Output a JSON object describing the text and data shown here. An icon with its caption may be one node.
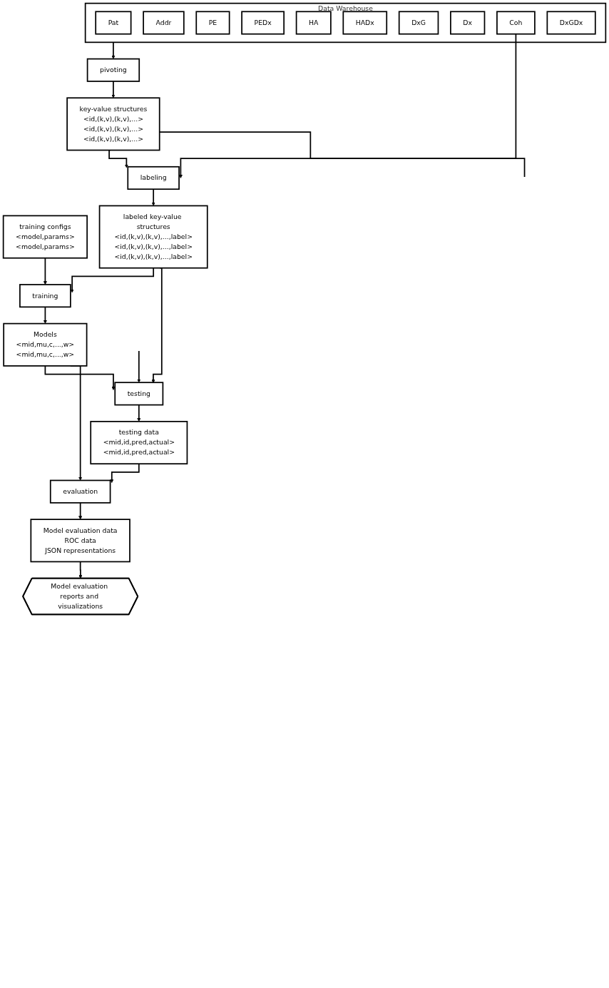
{
  "diagram": {
    "nodes": [
      {
        "text": [
          "Data Warehouse"
        ]
      },
      {
        "text": [
          "Pat"
        ],
        "in": 0
      },
      {
        "text": [
          "Addr"
        ],
        "in": 0
      },
      {
        "text": [
          "PE"
        ],
        "in": 0
      },
      {
        "text": [
          "PEDx"
        ],
        "in": 0
      },
      {
        "text": [
          "HA"
        ],
        "in": 0
      },
      {
        "text": [
          "HADx"
        ],
        "in": 0
      },
      {
        "text": [
          "DxG"
        ],
        "in": 0
      },
      {
        "text": [
          "Dx"
        ],
        "in": 0
      },
      {
        "text": [
          "Coh"
        ],
        "in": 0
      },
      {
        "text": [
          "DxGDx"
        ],
        "in": 0
      },
      {
        "text": [
          "pivoting"
        ]
      },
      {
        "text": [
          "key-value structures",
          "<id,(k,v),(k,v),...>",
          "<id,(k,v),(k,v),...>",
          "<id,(k,v),(k,v),...>"
        ]
      },
      {
        "text": [
          "labeling"
        ]
      },
      {
        "text": [
          "training configs",
          "<model,params>",
          "<model,params>"
        ]
      },
      {
        "text": [
          "labeled key-value structures",
          "<id,(k,v),(k,v),...,label>",
          "<id,(k,v),(k,v),...,label>",
          "<id,(k,v),(k,v),...,label>"
        ]
      },
      {
        "text": [
          "training"
        ]
      },
      {
        "text": [
          "testing"
        ]
      },
      {
        "text": [
          "Models",
          "<mid,mu,c,...,w>",
          "<mid,mu,c,...,w>"
        ]
      },
      {
        "text": [
          "testing data",
          "<mid,id,pred,actual>",
          "<mid,id,pred,actual>"
        ]
      },
      {
        "text": [
          "evaluation"
        ]
      },
      {
        "text": [
          "Model evaluation data",
          "ROC data",
          "JSON representations"
        ]
      },
      {
        "text": [
          "Model evaluation reports and visualizations"
        ]
      }
    ],
    "edges": [
      {
        "from": 0,
        "to": 11,
        "arrow": "to"
      },
      {
        "from": 11,
        "to": 12,
        "arrow": "to"
      },
      {
        "from": 12,
        "to": 13,
        "arrow": "to"
      },
      {
        "from": 9,
        "to": 13,
        "arrow": "to"
      },
      {
        "from": 12,
        "to": null,
        "arrow": "none"
      },
      {
        "from": 13,
        "to": 15,
        "arrow": "to"
      },
      {
        "from": 14,
        "to": 16,
        "arrow": "to"
      },
      {
        "from": 15,
        "to": 16,
        "arrow": "to"
      },
      {
        "from": 15,
        "to": 17,
        "arrow": "to"
      },
      {
        "from": null,
        "to": 17,
        "arrow": "to"
      },
      {
        "from": 16,
        "to": 18,
        "arrow": "to"
      },
      {
        "from": 18,
        "to": 17,
        "arrow": "to"
      },
      {
        "from": 17,
        "to": 19,
        "arrow": "to"
      },
      {
        "from": 18,
        "to": 20,
        "arrow": "to"
      },
      {
        "from": 19,
        "to": 20,
        "arrow": "to"
      },
      {
        "from": 20,
        "to": 21,
        "arrow": "to"
      },
      {
        "from": 21,
        "to": 22,
        "arrow": "to"
      }
    ]
  }
}
